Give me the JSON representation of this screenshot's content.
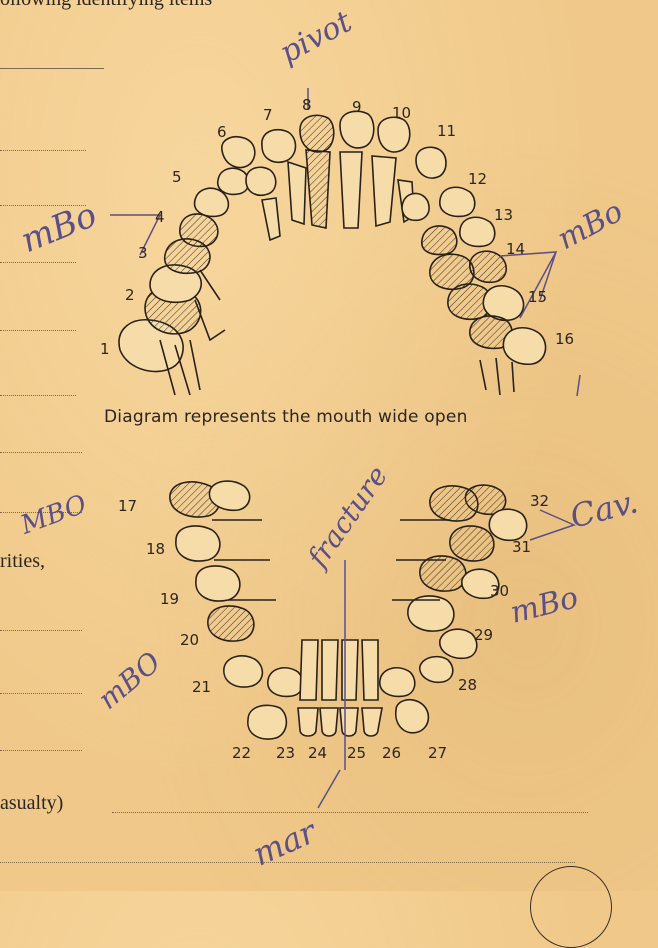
{
  "form_text": {
    "header_fragment": "ollowing identifying items",
    "cavities_fragment": "rities,",
    "casualty_fragment": "asualty)"
  },
  "diagram": {
    "caption": "Diagram represents the mouth wide open",
    "upper_numbers": [
      "1",
      "2",
      "3",
      "4",
      "5",
      "6",
      "7",
      "8",
      "9",
      "10",
      "11",
      "12",
      "13",
      "14",
      "15",
      "16"
    ],
    "lower_numbers": [
      "17",
      "18",
      "19",
      "20",
      "21",
      "22",
      "23",
      "24",
      "25",
      "26",
      "27",
      "28",
      "29",
      "30",
      "31",
      "32"
    ]
  },
  "annotations": {
    "pivot": "pivot",
    "mbo_left_upper": "mBo",
    "mbo_right_upper": "mBo",
    "mbo_left_lower_17": "MBO",
    "mbo_left_lower_20": "mBO",
    "fracture": "fracture",
    "cav": "Cav.",
    "mbo_right_lower": "mBo",
    "mar": "mar"
  }
}
